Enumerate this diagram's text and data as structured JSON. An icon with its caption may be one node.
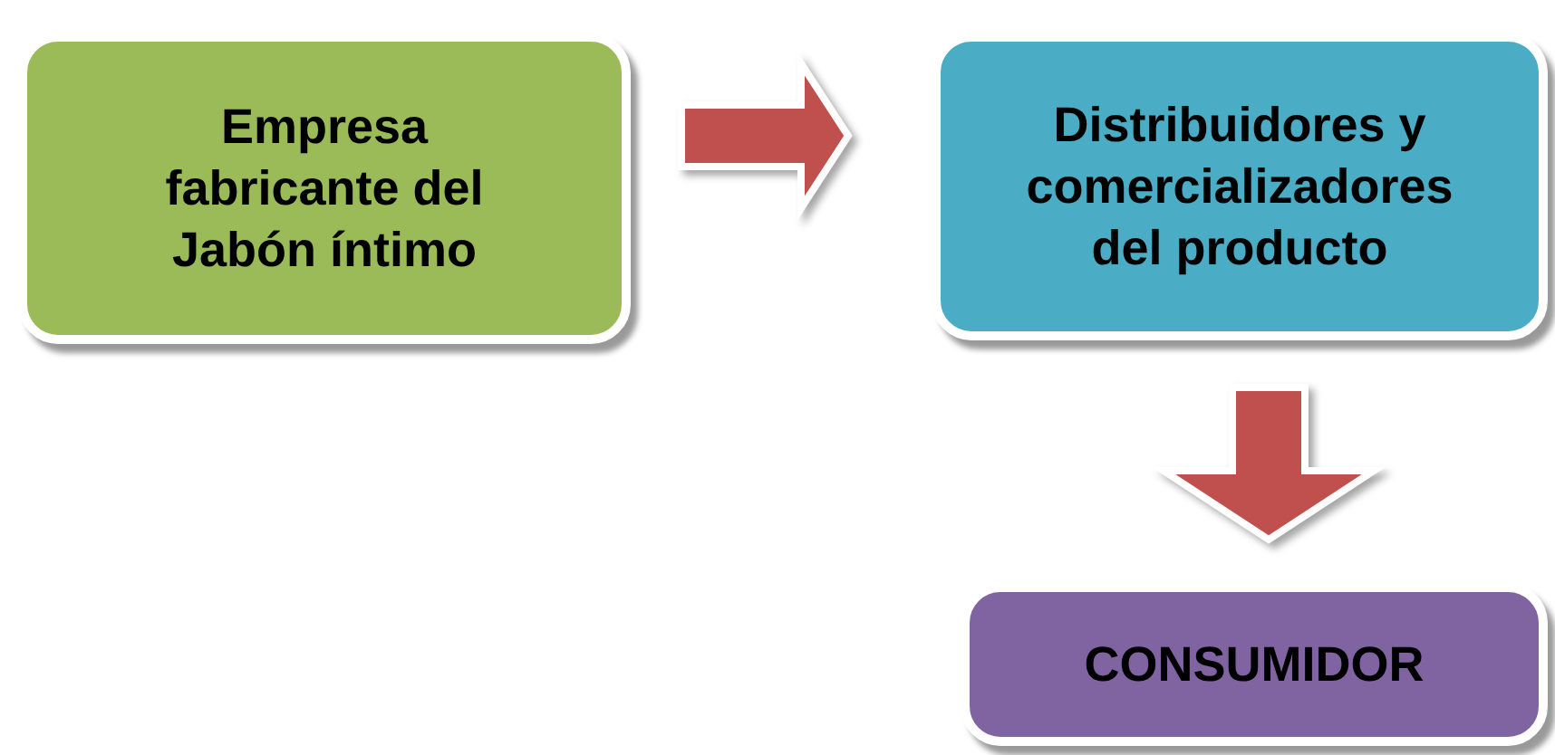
{
  "diagram": {
    "nodes": [
      {
        "text": [
          "Empresa fabricante del Jabón íntimo"
        ]
      },
      {
        "text": [
          "Distribuidores y comercializadores del producto"
        ]
      },
      {
        "text": [
          "CONSUMIDOR"
        ]
      }
    ],
    "edges": [
      {
        "from": 0,
        "to": 1,
        "arrow": "to"
      },
      {
        "from": 1,
        "to": 2,
        "arrow": "to"
      }
    ]
  }
}
